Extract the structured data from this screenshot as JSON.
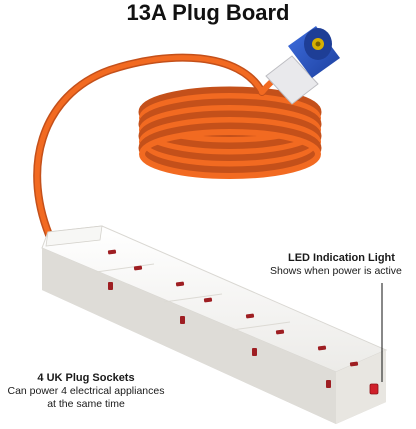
{
  "title": "13A Plug Board",
  "callouts": {
    "led": {
      "heading": "LED Indication Light",
      "text": "Shows when power is active"
    },
    "sockets": {
      "heading": "4 UK Plug Sockets",
      "text_line1": "Can power 4 electrical appliances",
      "text_line2": "at the same time"
    }
  },
  "colors": {
    "cable": "#f26a21",
    "plug_body": "#2b56c9",
    "board": "#f2f2f0",
    "led": "#d0202a"
  }
}
